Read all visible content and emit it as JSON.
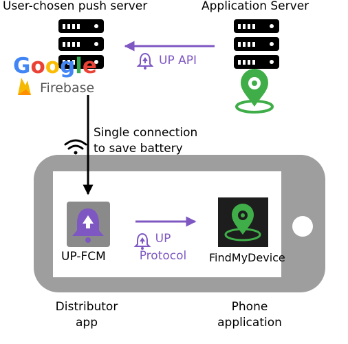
{
  "labels": {
    "push_server": "User-chosen push server",
    "app_server": "Application Server",
    "up_api": "UP API",
    "google": "Google",
    "firebase": "Firebase",
    "connection_line1": "Single connection",
    "connection_line2": "to save battery",
    "distributor_name": "UP-FCM",
    "protocol_line1": "UP",
    "protocol_line2": "Protocol",
    "phone_app_name": "FindMyDevice",
    "distributor_caption_line1": "Distributor",
    "distributor_caption_line2": "app",
    "phone_app_caption_line1": "Phone",
    "phone_app_caption_line2": "application"
  },
  "colors": {
    "accent_purple": "#7e57c2",
    "server_black": "#000000",
    "phone_gray": "#9e9e9e",
    "screen_white": "#ffffff",
    "fmd_green": "#3fae49",
    "fmd_dark": "#1d1d1d",
    "firebase_yellow": "#f6b800",
    "firebase_orange": "#ff8f00"
  },
  "icons": {
    "push_server": "server-stack-icon",
    "app_server": "server-stack-icon",
    "location": "location-pin-icon",
    "bell": "notification-bell-icon",
    "wifi": "wifi-icon",
    "firebase": "firebase-flame-icon"
  }
}
